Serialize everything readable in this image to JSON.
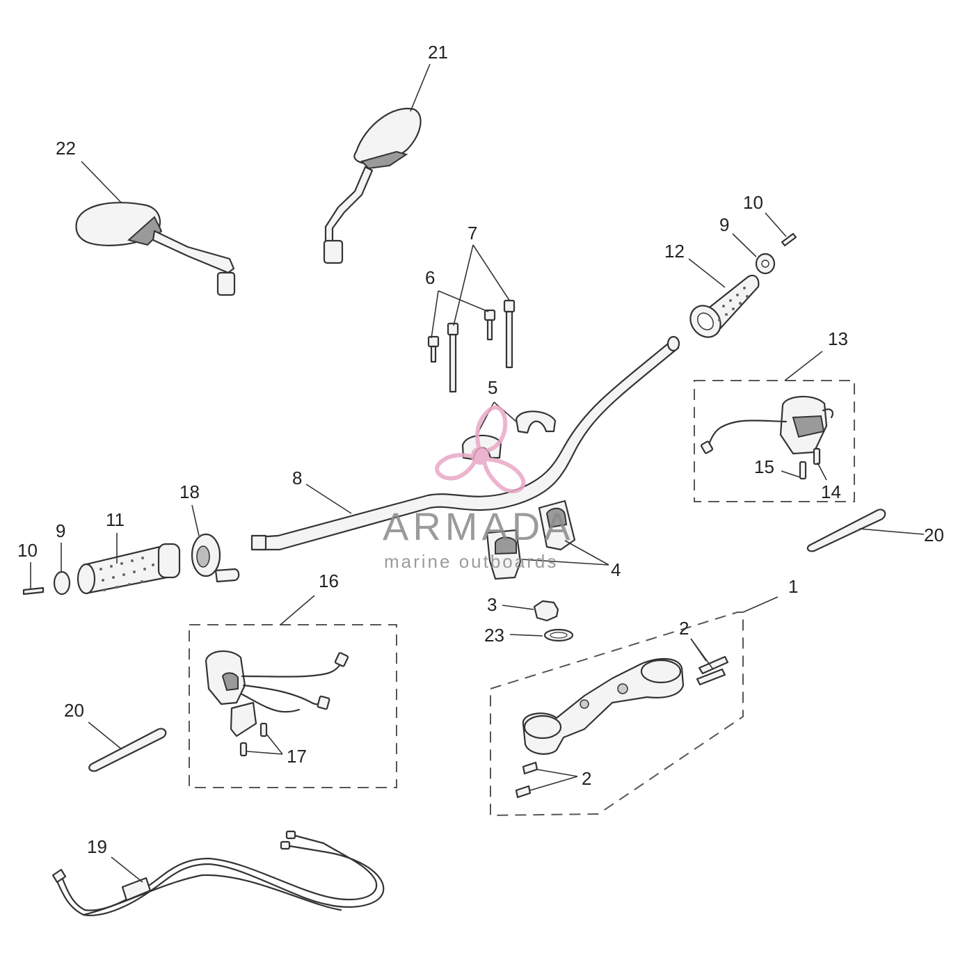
{
  "callouts": {
    "c1": "1",
    "c2a": "2",
    "c2b": "2",
    "c3": "3",
    "c4": "4",
    "c5": "5",
    "c6": "6",
    "c7": "7",
    "c8": "8",
    "c9a": "9",
    "c9b": "9",
    "c10a": "10",
    "c10b": "10",
    "c11": "11",
    "c12": "12",
    "c13": "13",
    "c14": "14",
    "c15": "15",
    "c16": "16",
    "c17": "17",
    "c18": "18",
    "c19": "19",
    "c20a": "20",
    "c20b": "20",
    "c21": "21",
    "c22": "22",
    "c23": "23"
  },
  "watermark": {
    "brand": "ARMADA",
    "tagline": "marine outboards",
    "color": "#e9a8c6"
  }
}
